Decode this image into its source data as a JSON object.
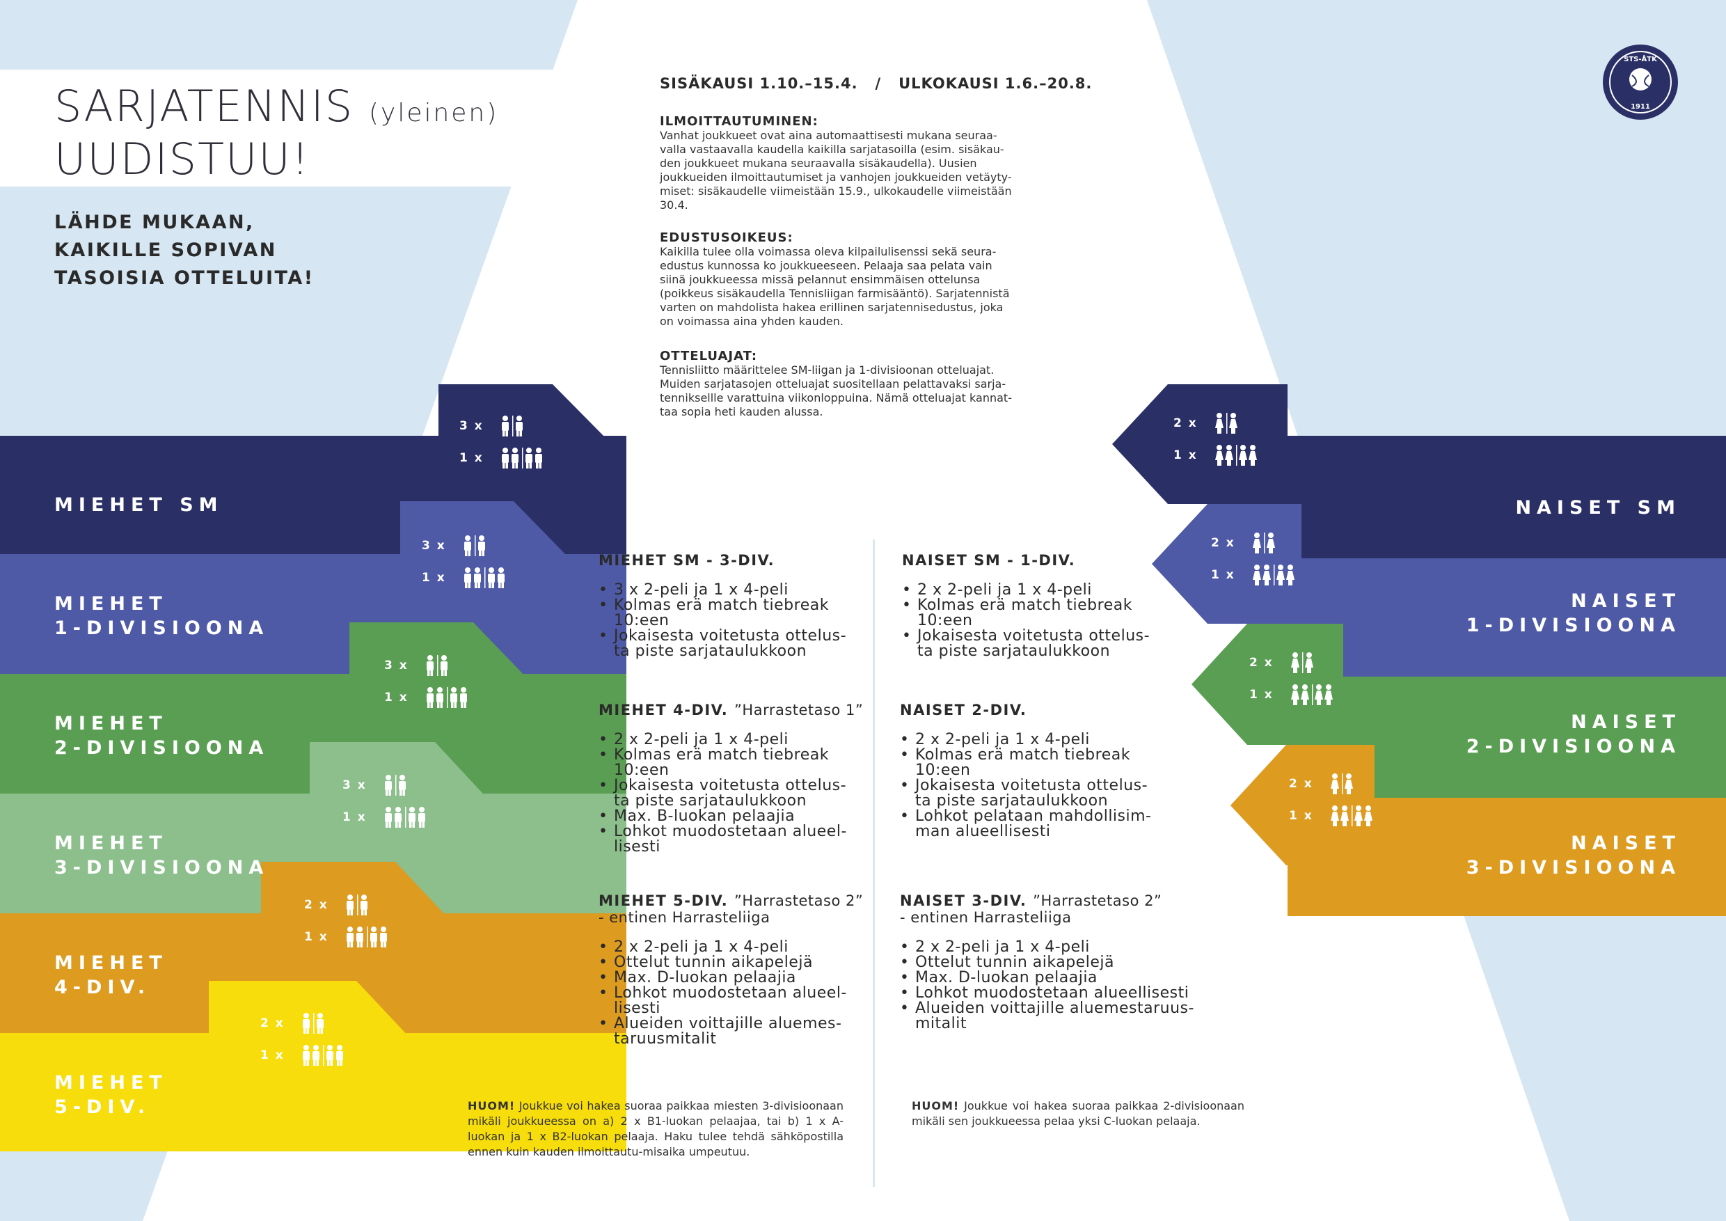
{
  "header": {
    "title_main": "SARJATENNIS",
    "title_sub": "(yleinen)",
    "title_line2": "UUDISTUU!",
    "tagline": [
      "LÄHDE MUKAAN,",
      "KAIKILLE SOPIVAN",
      "TASOISIA OTTELUITA!"
    ]
  },
  "colors": {
    "light_blue": "#d6e6f2",
    "navy": "#2a2f66",
    "blue": "#4e5aa6",
    "green": "#5a9e53",
    "light_green": "#8cbf8c",
    "orange": "#dd9b20",
    "yellow": "#f7dd0c"
  },
  "logo": {
    "icon": "tennis-club-emblem-icon",
    "text": "STS-ÅTK",
    "year": "1911"
  },
  "season": {
    "indoor": "SISÄKAUSI 1.10.–15.4.",
    "separator": "/",
    "outdoor": "ULKOKAUSI 1.6.–20.8."
  },
  "info": [
    {
      "heading": "ILMOITTAUTUMINEN:",
      "lines": [
        "Vanhat joukkueet ovat aina automaattisesti mukana seuraa-",
        "valla vastaavalla kaudella kaikilla sarjatasoilla (esim. sisäkau-",
        "den joukkueet mukana seuraavalla sisäkaudella). Uusien",
        "joukkueiden ilmoittautumiset ja vanhojen joukkueiden vetäyty-",
        "miset: sisäkaudelle viimeistään 15.9., ulkokaudelle viimeistään",
        "30.4."
      ]
    },
    {
      "heading": "EDUSTUSOIKEUS:",
      "lines": [
        "Kaikilla tulee olla voimassa oleva kilpailulisenssi sekä seura-",
        "edustus kunnossa ko joukkueeseen. Pelaaja saa pelata vain",
        "siinä joukkueessa missä pelannut ensimmäisen ottelunsa",
        "(poikkeus sisäkaudella Tennisliigan farmisääntö). Sarjatennistä",
        "varten on mahdolista hakea erillinen sarjatennisedustus, joka",
        "on voimassa aina yhden kauden."
      ]
    },
    {
      "heading": "OTTELUAJAT:",
      "lines": [
        "Tennisliitto määrittelee SM-liigan ja 1-divisioonan otteluajat.",
        "Muiden sarjatasojen otteluajat suositellaan pelattavaksi sarja-",
        "tenniksellle varattuina viikonloppuina. Nämä otteluajat kannat-",
        "taa sopia heti kauden alussa."
      ]
    }
  ],
  "men_bands": [
    {
      "lines": [
        "MIEHET SM"
      ],
      "color": "#2a2f66"
    },
    {
      "lines": [
        "MIEHET",
        "1-DIVISIOONA"
      ],
      "color": "#4e5aa6"
    },
    {
      "lines": [
        "MIEHET",
        "2-DIVISIOONA"
      ],
      "color": "#5a9e53"
    },
    {
      "lines": [
        "MIEHET",
        "3-DIVISIOONA"
      ],
      "color": "#8cbf8c"
    },
    {
      "lines": [
        "MIEHET",
        "4-DIV."
      ],
      "color": "#dd9b20"
    },
    {
      "lines": [
        "MIEHET",
        "5-DIV."
      ],
      "color": "#f7dd0c"
    }
  ],
  "women_bands": [
    {
      "lines": [
        "NAISET SM"
      ],
      "color": "#2a2f66"
    },
    {
      "lines": [
        "NAISET",
        "1-DIVISIOONA"
      ],
      "color": "#4e5aa6"
    },
    {
      "lines": [
        "NAISET",
        "2-DIVISIOONA"
      ],
      "color": "#5a9e53"
    },
    {
      "lines": [
        "NAISET",
        "3-DIVISIOONA"
      ],
      "color": "#dd9b20"
    }
  ],
  "men_badges": [
    {
      "singles": "3 x",
      "doubles": "1 x",
      "icon": "male-players-icon"
    },
    {
      "singles": "3 x",
      "doubles": "1 x",
      "icon": "male-players-icon"
    },
    {
      "singles": "3 x",
      "doubles": "1 x",
      "icon": "male-players-icon"
    },
    {
      "singles": "3 x",
      "doubles": "1 x",
      "icon": "male-players-icon"
    },
    {
      "singles": "2 x",
      "doubles": "1 x",
      "icon": "male-players-icon"
    },
    {
      "singles": "2 x",
      "doubles": "1 x",
      "icon": "male-players-icon"
    }
  ],
  "women_badges": [
    {
      "singles": "2 x",
      "doubles": "1 x",
      "icon": "female-players-icon"
    },
    {
      "singles": "2 x",
      "doubles": "1 x",
      "icon": "female-players-icon"
    },
    {
      "singles": "2 x",
      "doubles": "1 x",
      "icon": "female-players-icon"
    },
    {
      "singles": "2 x",
      "doubles": "1 x",
      "icon": "female-players-icon"
    }
  ],
  "men_sections": [
    {
      "title": "MIEHET SM - 3-DIV.",
      "tier": "",
      "tier_line2": "",
      "items": [
        [
          "3 x 2-peli ja 1 x 4-peli"
        ],
        [
          "Kolmas erä match tiebreak",
          "10:een"
        ],
        [
          "Jokaisesta voitetusta ottelus-",
          "ta piste sarjataulukkoon"
        ]
      ]
    },
    {
      "title": "MIEHET 4-DIV.",
      "tier": "”Harrastetaso 1”",
      "tier_line2": "",
      "items": [
        [
          "2 x 2-peli ja 1 x 4-peli"
        ],
        [
          "Kolmas erä match tiebreak",
          "10:een"
        ],
        [
          "Jokaisesta voitetusta ottelus-",
          "ta piste sarjataulukkoon"
        ],
        [
          "Max. B-luokan pelaajia"
        ],
        [
          "Lohkot muodostetaan alueel-",
          "lisesti"
        ]
      ]
    },
    {
      "title": "MIEHET 5-DIV.",
      "tier": "”Harrastetaso 2”",
      "tier_line2": "- entinen Harrasteliiga",
      "items": [
        [
          "2 x 2-peli ja 1 x 4-peli"
        ],
        [
          "Ottelut tunnin aikapelejä"
        ],
        [
          "Max. D-luokan pelaajia"
        ],
        [
          "Lohkot muodostetaan alueel-",
          "lisesti"
        ],
        [
          "Alueiden voittajille aluemes-",
          "taruusmitalit"
        ]
      ]
    }
  ],
  "women_sections": [
    {
      "title": "NAISET SM - 1-DIV.",
      "tier": "",
      "tier_line2": "",
      "items": [
        [
          "2 x 2-peli ja 1 x 4-peli"
        ],
        [
          "Kolmas erä match tiebreak",
          "10:een"
        ],
        [
          "Jokaisesta voitetusta ottelus-",
          "ta piste sarjataulukkoon"
        ]
      ]
    },
    {
      "title": "NAISET 2-DIV.",
      "tier": "",
      "tier_line2": "",
      "items": [
        [
          "2 x 2-peli ja 1 x 4-peli"
        ],
        [
          "Kolmas erä match tiebreak",
          "10:een"
        ],
        [
          "Jokaisesta voitetusta ottelus-",
          "ta piste sarjataulukkoon"
        ],
        [
          "Lohkot pelataan mahdollisim-",
          "man alueellisesti"
        ]
      ]
    },
    {
      "title": "NAISET 3-DIV.",
      "tier": "”Harrastetaso 2”",
      "tier_line2": "- entinen Harrasteliiga",
      "items": [
        [
          "2 x 2-peli ja 1 x 4-peli"
        ],
        [
          "Ottelut tunnin aikapelejä"
        ],
        [
          "Max. D-luokan pelaajia"
        ],
        [
          "Lohkot muodostetaan alueellisesti"
        ],
        [
          "Alueiden voittajille aluemestaruus-",
          "mitalit"
        ]
      ]
    }
  ],
  "notes": {
    "men": {
      "label": "HUOM!",
      "text": "Joukkue voi hakea suoraa paikkaa miesten 3-divisioonaan mikäli joukkueessa on a) 2 x B1-luokan pelaajaa, tai b) 1 x A-luokan ja 1 x B2-luokan pelaaja. Haku tulee tehdä sähköpostilla ennen kuin kauden ilmoittautu-misaika umpeutuu."
    },
    "women": {
      "label": "HUOM!",
      "text": "Joukkue voi hakea suoraa paikkaa 2-divisioonaan mikäli sen joukkueessa pelaa yksi C-luokan pelaaja."
    }
  }
}
